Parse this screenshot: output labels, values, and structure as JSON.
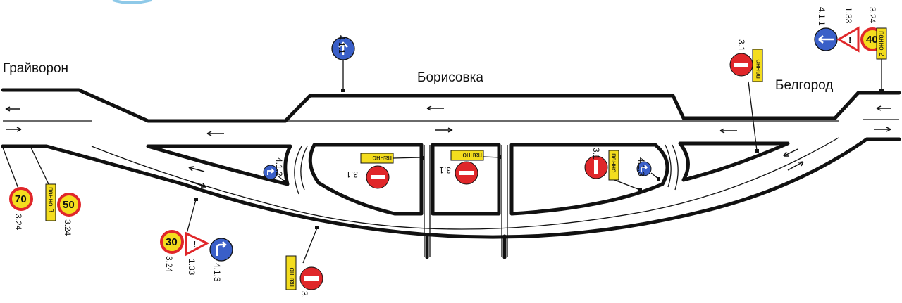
{
  "cities": {
    "left": "Грайворон",
    "center": "Борисовка",
    "right": "Белгород"
  },
  "signs": {
    "top_mid_411": "4.1.1",
    "right_411": "4.1.1",
    "right_133": "1.33",
    "right_324": "3.24",
    "right_speed": "40",
    "right_panel": "панно 2",
    "right_31": "3.1",
    "right_31_panel": "панно",
    "left_speed70": "70",
    "left_speed70_code": "3.24",
    "left_speed50": "50",
    "left_speed50_code": "3.24",
    "left_panel": "панно 3",
    "bottom_speed": "30",
    "bottom_324": "3.24",
    "bottom_133": "1.33",
    "bottom_413": "4.1.3",
    "bottom_31_panel": "панно",
    "bottom_31": "3.",
    "island1_panel": "панно",
    "island1_31": "3.1",
    "island2_panel": "панно",
    "island2_31": "3.1",
    "island3_31": "3.1",
    "island3_panel": "панно",
    "island3_413": "4.1.3",
    "left_island_412": "4.1.2"
  },
  "colors": {
    "blue": "#3a5fc8",
    "red": "#e0272a",
    "yellow": "#f4dd1e",
    "stroke": "#111111"
  }
}
